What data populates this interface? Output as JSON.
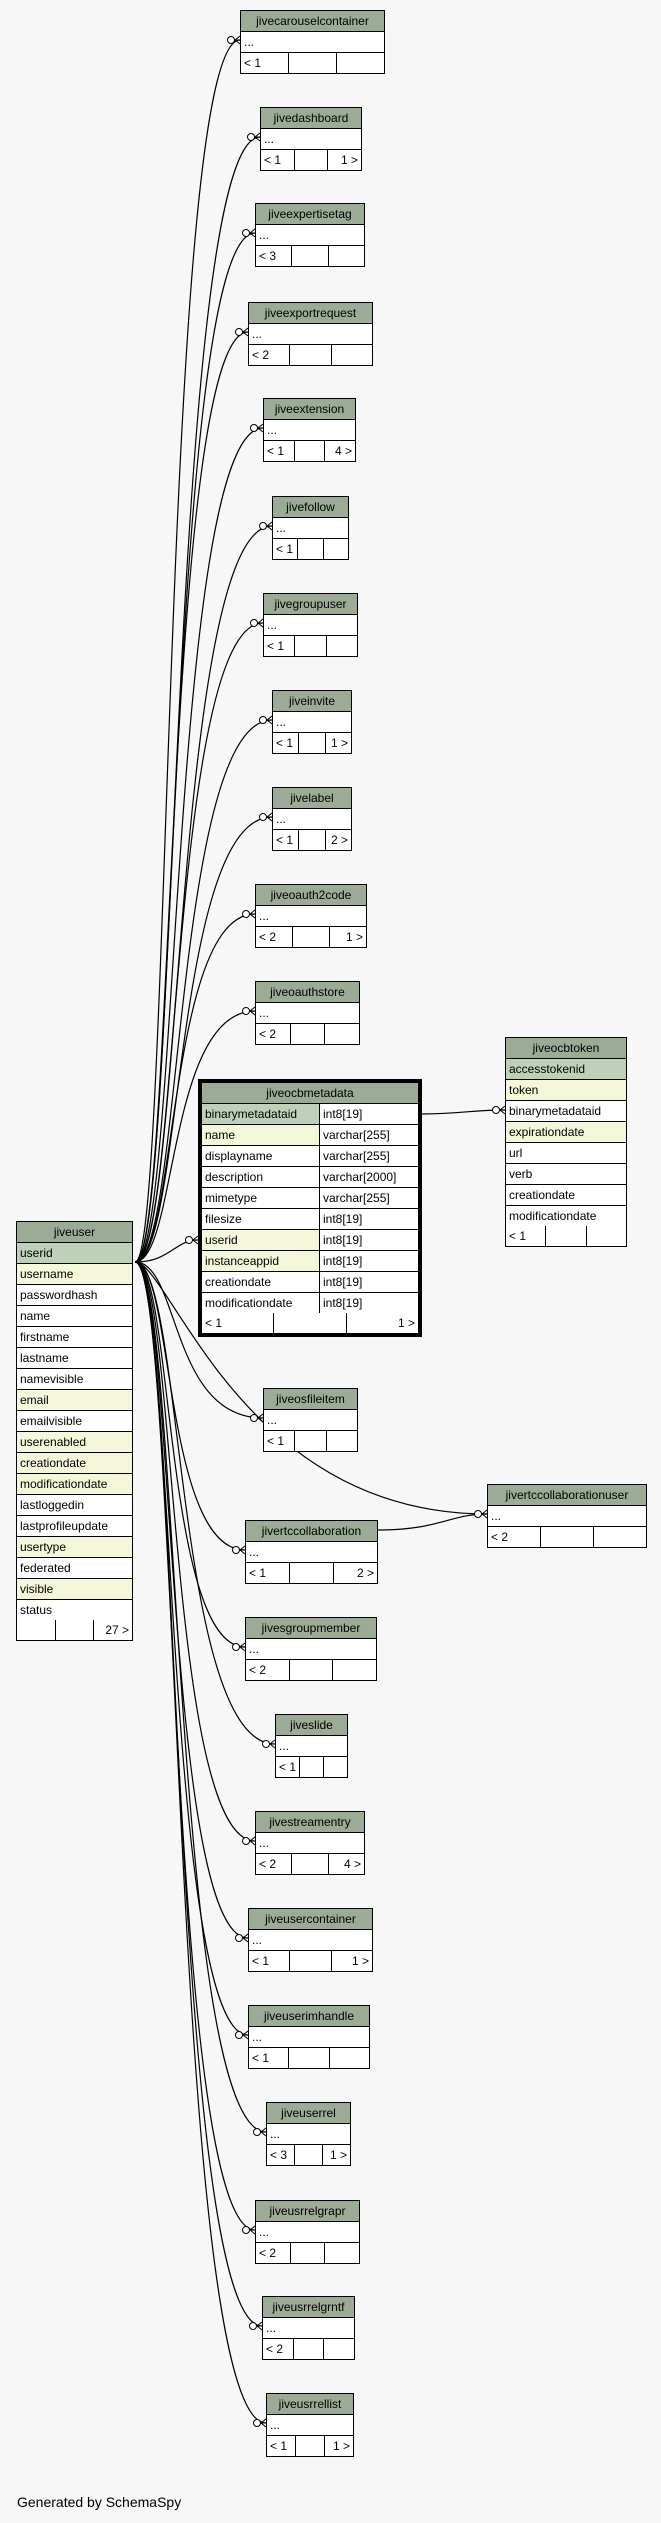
{
  "footer": "Generated by SchemaSpy",
  "colors": {
    "header": "#9bab96",
    "primary_key": "#bed1b8",
    "foreign_key": "#f4f7da",
    "background": "#f7f7f7"
  },
  "jiveuser": {
    "name": "jiveuser",
    "columns": [
      {
        "name": "userid",
        "kind": "pk"
      },
      {
        "name": "username",
        "kind": "fk"
      },
      {
        "name": "passwordhash",
        "kind": ""
      },
      {
        "name": "name",
        "kind": ""
      },
      {
        "name": "firstname",
        "kind": ""
      },
      {
        "name": "lastname",
        "kind": ""
      },
      {
        "name": "namevisible",
        "kind": ""
      },
      {
        "name": "email",
        "kind": "fk"
      },
      {
        "name": "emailvisible",
        "kind": ""
      },
      {
        "name": "userenabled",
        "kind": "fk"
      },
      {
        "name": "creationdate",
        "kind": "fk"
      },
      {
        "name": "modificationdate",
        "kind": "fk"
      },
      {
        "name": "lastloggedin",
        "kind": ""
      },
      {
        "name": "lastprofileupdate",
        "kind": ""
      },
      {
        "name": "usertype",
        "kind": "fk"
      },
      {
        "name": "federated",
        "kind": ""
      },
      {
        "name": "visible",
        "kind": "fk"
      },
      {
        "name": "status",
        "kind": ""
      }
    ],
    "footer": [
      "",
      "",
      "27 >"
    ]
  },
  "jiveocbmetadata": {
    "name": "jiveocbmetadata",
    "columns": [
      {
        "name": "binarymetadataid",
        "type": "int8[19]",
        "kind": "pk"
      },
      {
        "name": "name",
        "type": "varchar[255]",
        "kind": "fk"
      },
      {
        "name": "displayname",
        "type": "varchar[255]",
        "kind": ""
      },
      {
        "name": "description",
        "type": "varchar[2000]",
        "kind": ""
      },
      {
        "name": "mimetype",
        "type": "varchar[255]",
        "kind": ""
      },
      {
        "name": "filesize",
        "type": "int8[19]",
        "kind": ""
      },
      {
        "name": "userid",
        "type": "int8[19]",
        "kind": "fk"
      },
      {
        "name": "instanceappid",
        "type": "int8[19]",
        "kind": "fk"
      },
      {
        "name": "creationdate",
        "type": "int8[19]",
        "kind": ""
      },
      {
        "name": "modificationdate",
        "type": "int8[19]",
        "kind": ""
      }
    ],
    "footer": [
      "< 1",
      "",
      "1 >"
    ]
  },
  "jiveocbtoken": {
    "name": "jiveocbtoken",
    "columns": [
      {
        "name": "accesstokenid",
        "kind": "pk"
      },
      {
        "name": "token",
        "kind": "fk"
      },
      {
        "name": "binarymetadataid",
        "kind": ""
      },
      {
        "name": "expirationdate",
        "kind": "fk"
      },
      {
        "name": "url",
        "kind": ""
      },
      {
        "name": "verb",
        "kind": ""
      },
      {
        "name": "creationdate",
        "kind": ""
      },
      {
        "name": "modificationdate",
        "kind": ""
      }
    ],
    "footer": [
      "< 1",
      "",
      ""
    ]
  },
  "tables": [
    {
      "name": "jivecarouselcontainer",
      "body": "...",
      "footer": [
        "< 1",
        "",
        ""
      ]
    },
    {
      "name": "jivedashboard",
      "body": "...",
      "footer": [
        "< 1",
        "",
        "1 >"
      ]
    },
    {
      "name": "jiveexpertisetag",
      "body": "...",
      "footer": [
        "< 3",
        "",
        ""
      ]
    },
    {
      "name": "jiveexportrequest",
      "body": "...",
      "footer": [
        "< 2",
        "",
        ""
      ]
    },
    {
      "name": "jiveextension",
      "body": "...",
      "footer": [
        "< 1",
        "",
        "4 >"
      ]
    },
    {
      "name": "jivefollow",
      "body": "...",
      "footer": [
        "< 1",
        "",
        ""
      ]
    },
    {
      "name": "jivegroupuser",
      "body": "...",
      "footer": [
        "< 1",
        "",
        ""
      ]
    },
    {
      "name": "jiveinvite",
      "body": "...",
      "footer": [
        "< 1",
        "",
        "1 >"
      ]
    },
    {
      "name": "jivelabel",
      "body": "...",
      "footer": [
        "< 1",
        "",
        "2 >"
      ]
    },
    {
      "name": "jiveoauth2code",
      "body": "...",
      "footer": [
        "< 2",
        "",
        "1 >"
      ]
    },
    {
      "name": "jiveoauthstore",
      "body": "...",
      "footer": [
        "< 2",
        "",
        ""
      ]
    },
    {
      "name": "jiveosfileitem",
      "body": "...",
      "footer": [
        "< 1",
        "",
        ""
      ]
    },
    {
      "name": "jivertccollaboration",
      "body": "...",
      "footer": [
        "< 1",
        "",
        "2 >"
      ]
    },
    {
      "name": "jivertccollaborationuser",
      "body": "...",
      "footer": [
        "< 2",
        "",
        ""
      ]
    },
    {
      "name": "jivesgroupmember",
      "body": "...",
      "footer": [
        "< 2",
        "",
        ""
      ]
    },
    {
      "name": "jiveslide",
      "body": "...",
      "footer": [
        "< 1",
        "",
        ""
      ]
    },
    {
      "name": "jivestreamentry",
      "body": "...",
      "footer": [
        "< 2",
        "",
        "4 >"
      ]
    },
    {
      "name": "jiveusercontainer",
      "body": "...",
      "footer": [
        "< 1",
        "",
        "1 >"
      ]
    },
    {
      "name": "jiveuserimhandle",
      "body": "...",
      "footer": [
        "< 1",
        "",
        ""
      ]
    },
    {
      "name": "jiveuserrel",
      "body": "...",
      "footer": [
        "< 3",
        "",
        "1 >"
      ]
    },
    {
      "name": "jiveusrrelgrapr",
      "body": "...",
      "footer": [
        "< 2",
        "",
        ""
      ]
    },
    {
      "name": "jiveusrrelgrntf",
      "body": "...",
      "footer": [
        "< 2",
        "",
        ""
      ]
    },
    {
      "name": "jiveusrrellist",
      "body": "...",
      "footer": [
        "< 1",
        "",
        "1 >"
      ]
    }
  ]
}
